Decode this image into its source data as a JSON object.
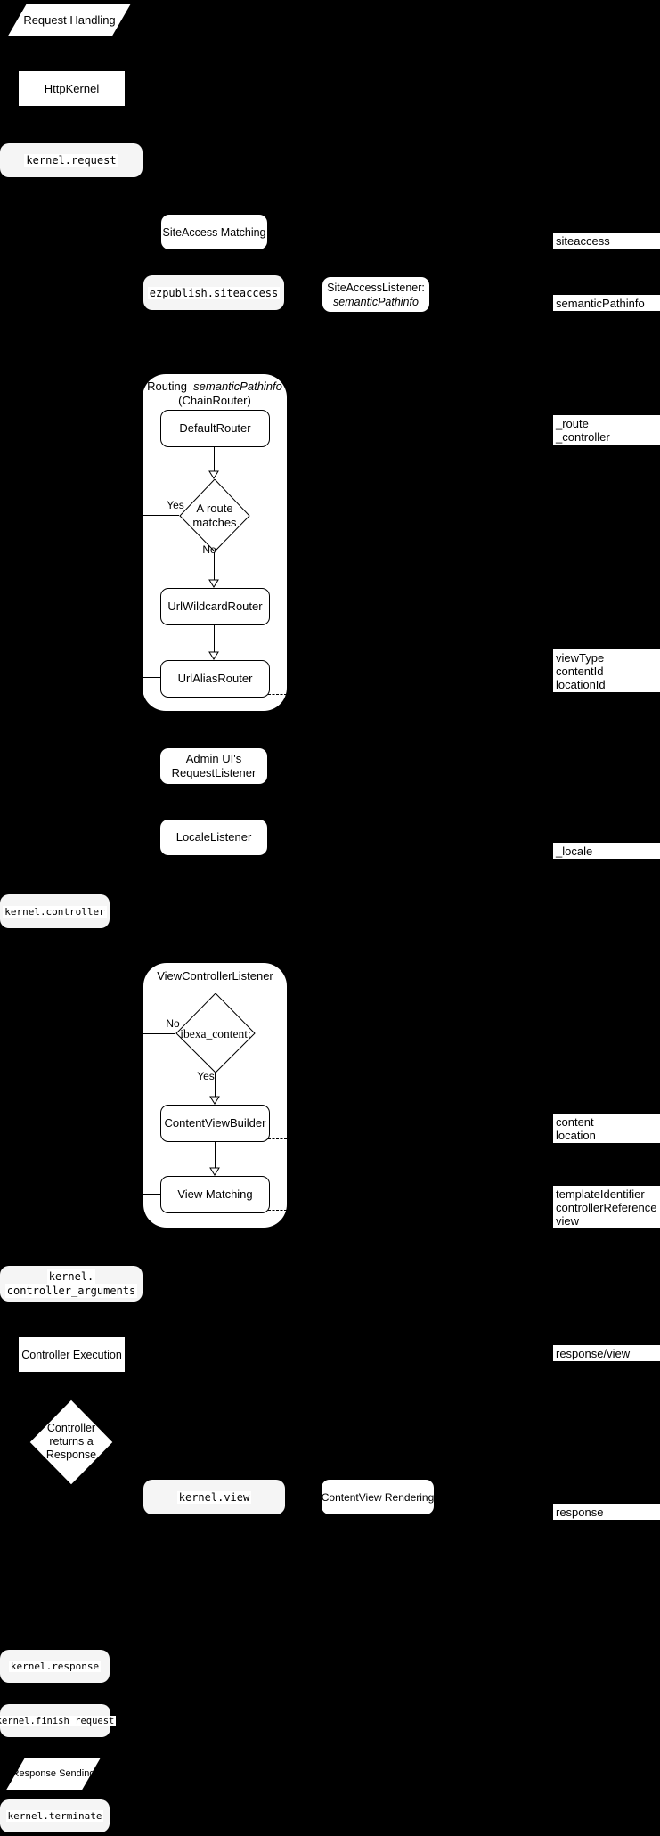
{
  "colors": {
    "background": "#000000",
    "node_fill": "#ffffff",
    "event_fill": "#f5f5f5",
    "line": "#000000"
  },
  "nodes": {
    "request_handling": "Request Handling",
    "http_kernel": "HttpKernel",
    "kernel_request": "kernel.request",
    "siteaccess_matching": "SiteAccess Matching",
    "ezpublish_siteaccess": "ezpublish.siteaccess",
    "siteaccess_listener_line1": "SiteAccessListener:",
    "siteaccess_listener_line2": "semanticPathinfo",
    "routing_title_prefix": "Routing ",
    "routing_title_italic": "semanticPathinfo",
    "routing_title_line2": "(ChainRouter)",
    "default_router": "DefaultRouter",
    "route_decision_line1": "A route",
    "route_decision_line2": "matches",
    "route_yes": "Yes",
    "route_no": "No",
    "url_wildcard_router": "UrlWildcardRouter",
    "url_alias_router": "UrlAliasRouter",
    "admin_listener_line1": "Admin UI's",
    "admin_listener_line2": "RequestListener",
    "locale_listener": "LocaleListener",
    "kernel_controller": "kernel.controller",
    "view_controller_listener": "ViewControllerListener",
    "ibexa_decision": "ibexa_content:",
    "ibexa_no": "No",
    "ibexa_yes": "Yes",
    "content_view_builder": "ContentViewBuilder",
    "view_matching": "View Matching",
    "kernel_controller_arguments_line1": "kernel.",
    "kernel_controller_arguments_line2": "controller_arguments",
    "controller_execution": "Controller Execution",
    "response_decision_line1": "Controller",
    "response_decision_line2": "returns a",
    "response_decision_line3": "Response",
    "kernel_view": "kernel.view",
    "contentview_rendering": "ContentView Rendering",
    "kernel_response": "kernel.response",
    "kernel_finish_request": "kernel.finish_request",
    "response_sending": "Response Sending",
    "kernel_terminate": "kernel.terminate"
  },
  "annotations": {
    "siteaccess": "siteaccess",
    "semantic_pathinfo": "semanticPathinfo",
    "route": "_route",
    "controller": "_controller",
    "view_type": "viewType",
    "content_id": "contentId",
    "location_id": "locationId",
    "locale": "_locale",
    "content": "content",
    "location": "location",
    "template_identifier": "templateIdentifier",
    "controller_reference": "controllerReference",
    "view": "view",
    "response_view": "response/view",
    "response": "response"
  }
}
